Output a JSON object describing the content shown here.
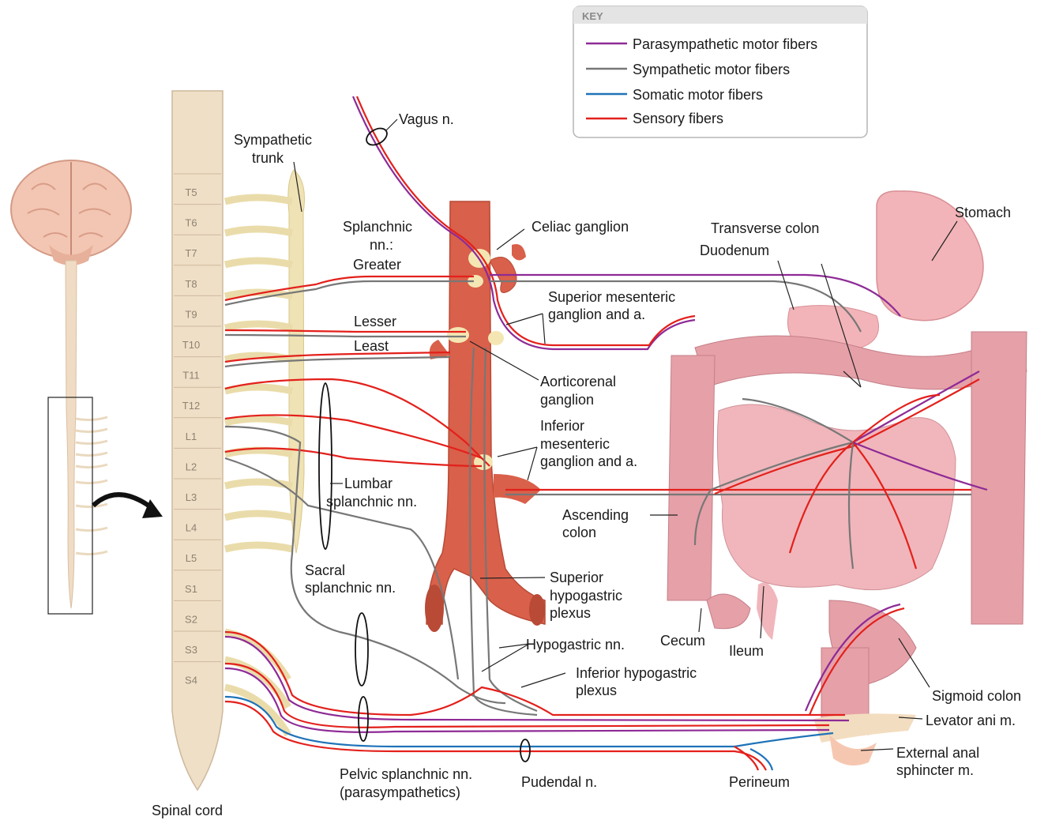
{
  "key": {
    "title": "KEY",
    "items": [
      {
        "label": "Parasympathetic motor fibers",
        "color": "#8e2a96"
      },
      {
        "label": "Sympathetic motor fibers",
        "color": "#777777"
      },
      {
        "label": "Somatic motor fibers",
        "color": "#1f73b8"
      },
      {
        "label": "Sensory fibers",
        "color": "#e3201b"
      }
    ]
  },
  "segments": [
    "T5",
    "T6",
    "T7",
    "T8",
    "T9",
    "T10",
    "T11",
    "T12",
    "L1",
    "L2",
    "L3",
    "L4",
    "L5",
    "S1",
    "S2",
    "S3",
    "S4"
  ],
  "labels": {
    "vagus": "Vagus n.",
    "sympathetic_trunk_1": "Sympathetic",
    "sympathetic_trunk_2": "trunk",
    "splanchnic_1": "Splanchnic",
    "splanchnic_2": "nn.:",
    "greater": "Greater",
    "lesser": "Lesser",
    "least": "Least",
    "celiac": "Celiac ganglion",
    "sup_mes_1": "Superior mesenteric",
    "sup_mes_2": "ganglion and a.",
    "aorticorenal_1": "Aorticorenal",
    "aorticorenal_2": "ganglion",
    "inf_mes_1": "Inferior",
    "inf_mes_2": "mesenteric",
    "inf_mes_3": "ganglion and a.",
    "lumbar_1": "Lumbar",
    "lumbar_2": "splanchnic nn.",
    "sacral_1": "Sacral",
    "sacral_2": "splanchnic nn.",
    "sup_hypo_1": "Superior",
    "sup_hypo_2": "hypogastric",
    "sup_hypo_3": "plexus",
    "hypogastric": "Hypogastric nn.",
    "inf_hypo_1": "Inferior hypogastric",
    "inf_hypo_2": "plexus",
    "pelvic_1": "Pelvic splanchnic nn.",
    "pelvic_2": "(parasympathetics)",
    "pudendal": "Pudendal n.",
    "perineum": "Perineum",
    "spinal_cord": "Spinal cord",
    "transverse_colon": "Transverse colon",
    "duodenum": "Duodenum",
    "stomach": "Stomach",
    "ascending_1": "Ascending",
    "ascending_2": "colon",
    "cecum": "Cecum",
    "ileum": "Ileum",
    "sigmoid": "Sigmoid colon",
    "levator": "Levator ani m.",
    "ext_anal_1": "External anal",
    "ext_anal_2": "sphincter m."
  }
}
